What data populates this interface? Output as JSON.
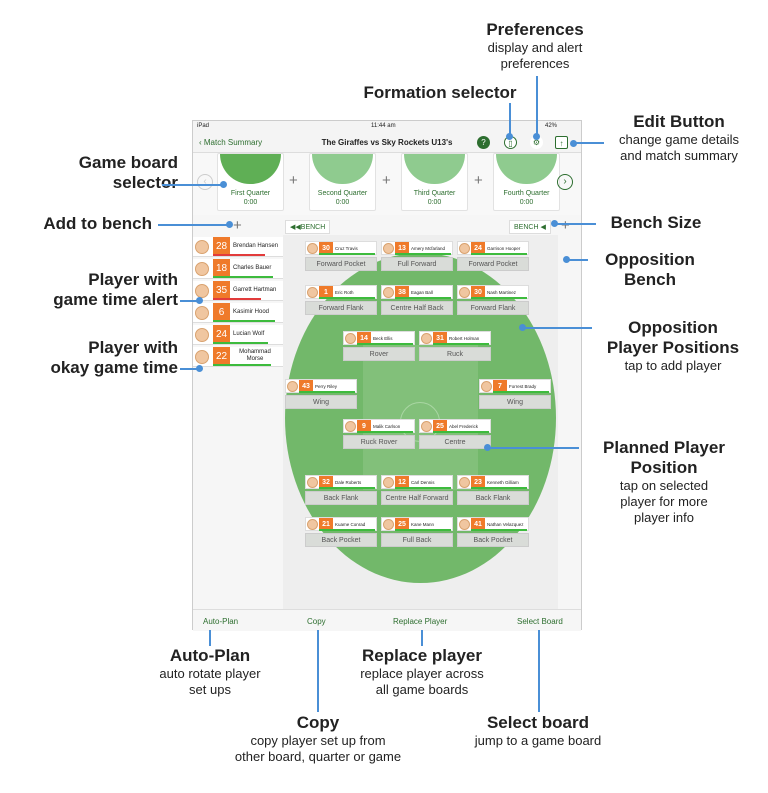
{
  "annotations": {
    "preferences": {
      "title": "Preferences",
      "sub1": "display and alert",
      "sub2": "preferences"
    },
    "formation": {
      "title": "Formation selector"
    },
    "edit": {
      "title": "Edit Button",
      "sub1": "change game details",
      "sub2": "and match summary"
    },
    "game_board": {
      "title1": "Game board",
      "title2": "selector"
    },
    "bench_size": {
      "title": "Bench Size"
    },
    "add_bench": {
      "title": "Add to bench"
    },
    "opp_bench": {
      "title1": "Opposition",
      "title2": "Bench"
    },
    "alert": {
      "title1": "Player with",
      "title2": "game time alert"
    },
    "okay": {
      "title1": "Player with",
      "title2": "okay game time"
    },
    "opp_positions": {
      "title1": "Opposition",
      "title2": "Player Positions",
      "sub": "tap to add player"
    },
    "planned": {
      "title1": "Planned Player",
      "title2": "Position",
      "sub1": "tap on selected",
      "sub2": "player for more",
      "sub3": "player info"
    },
    "autoplan": {
      "title": "Auto-Plan",
      "sub1": "auto rotate player",
      "sub2": "set ups"
    },
    "replace": {
      "title": "Replace player",
      "sub1": "replace player across",
      "sub2": "all game boards"
    },
    "copy": {
      "title": "Copy",
      "sub1": "copy player set up from",
      "sub2": "other board, quarter or game"
    },
    "select": {
      "title": "Select board",
      "sub1": "jump to a game board"
    }
  },
  "status": {
    "device": "iPad",
    "time": "11:44 am",
    "battery": "42%"
  },
  "nav": {
    "back": "Match Summary",
    "title": "The Giraffes vs Sky Rockets U13's"
  },
  "boards": [
    {
      "label": "First Quarter",
      "time": "0:00"
    },
    {
      "label": "Second Quarter",
      "time": "0:00"
    },
    {
      "label": "Third Quarter",
      "time": "0:00"
    },
    {
      "label": "Fourth Quarter",
      "time": "0:00"
    }
  ],
  "bench_label": "BENCH",
  "bench": [
    {
      "num": "28",
      "name": "Brendan Hansen"
    },
    {
      "num": "18",
      "name": "Charles Bauer"
    },
    {
      "num": "35",
      "name": "Garrett Hartman"
    },
    {
      "num": "6",
      "name": "Kasimir Hood"
    },
    {
      "num": "24",
      "name": "Lucian Wolf"
    },
    {
      "num": "22",
      "name": "Mohammad Morse"
    }
  ],
  "field_players": [
    {
      "num": "30",
      "name": "Cruz Travis"
    },
    {
      "num": "13",
      "name": "Amery Mcfarland"
    },
    {
      "num": "24",
      "name": "Garrison Hooper"
    },
    {
      "num": "1",
      "name": "Eric Roth"
    },
    {
      "num": "38",
      "name": "Eagan Ball"
    },
    {
      "num": "30",
      "name": "Nash Martinez"
    },
    {
      "num": "14",
      "name": "Beck Ellis"
    },
    {
      "num": "31",
      "name": "Robert Holman"
    },
    {
      "num": "43",
      "name": "Perry Riley"
    },
    {
      "num": "7",
      "name": "Forrest Brady"
    },
    {
      "num": "9",
      "name": "Malik Carlson"
    },
    {
      "num": "25",
      "name": "Abel Frederick"
    },
    {
      "num": "32",
      "name": "Dale Roberts"
    },
    {
      "num": "12",
      "name": "Carl Dennis"
    },
    {
      "num": "23",
      "name": "Kenneth Gilliam"
    },
    {
      "num": "21",
      "name": "Kuame Conrad"
    },
    {
      "num": "25",
      "name": "Kane Mann"
    },
    {
      "num": "41",
      "name": "Nathan Velazquez"
    }
  ],
  "positions": [
    "Forward Pocket",
    "Full Forward",
    "Forward Pocket",
    "Forward Flank",
    "Centre Half Back",
    "Forward Flank",
    "Rover",
    "Ruck",
    "Wing",
    "Wing",
    "Ruck Rover",
    "Centre",
    "Back Flank",
    "Centre Half Forward",
    "Back Flank",
    "Back Pocket",
    "Full Back",
    "Back Pocket"
  ],
  "tabs": {
    "autoplan": "Auto-Plan",
    "copy": "Copy",
    "replace": "Replace Player",
    "select": "Select Board"
  },
  "colors": {
    "accent": "#2d6e2f",
    "number": "#ef7a2a",
    "callout": "#4a8fd6",
    "field": "#72b86a"
  }
}
